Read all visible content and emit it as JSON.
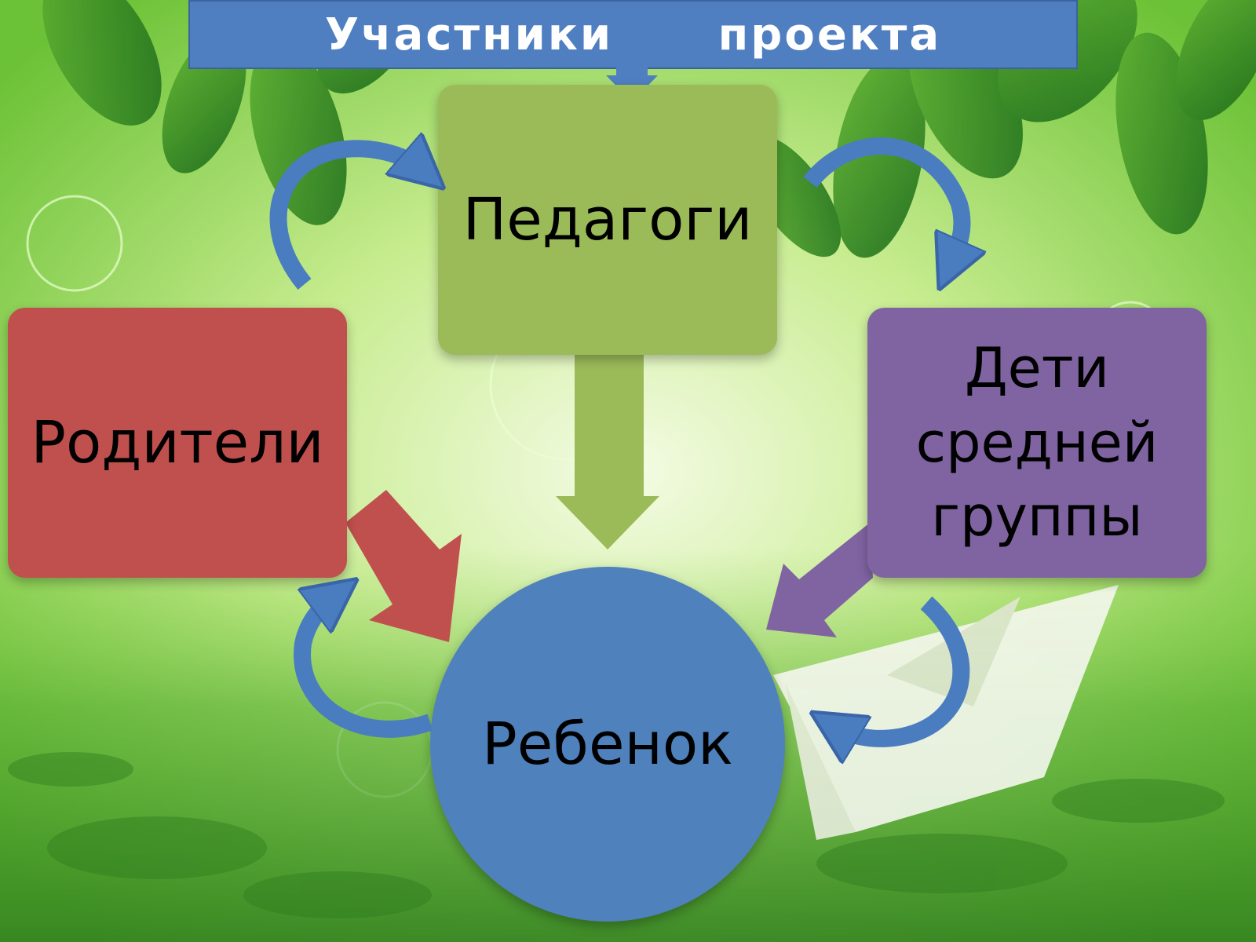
{
  "title": "Участники   проекта",
  "nodes": {
    "teachers": "Педагоги",
    "parents": "Родители",
    "children_group": "Дети средней группы",
    "child": "Ребенок"
  },
  "colors": {
    "title_bar": "#4f7fc1",
    "teachers": "#9bbb59",
    "parents": "#c0504d",
    "children_group": "#8064a2",
    "child": "#4f81bd",
    "cycle_arrows": "#4a7cc0"
  }
}
